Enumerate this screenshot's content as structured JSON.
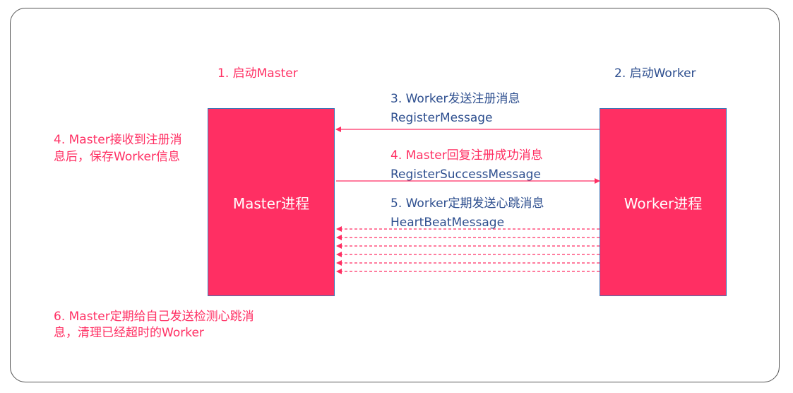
{
  "labels": {
    "start_master": "1. 启动Master",
    "start_worker": "2. 启动Worker",
    "register_title": "3. Worker发送注册消息",
    "register_msg": "RegisterMessage",
    "reply_title": "4. Master回复注册成功消息",
    "reply_msg": "RegisterSuccessMessage",
    "heartbeat_title": "5. Worker定期发送心跳消息",
    "heartbeat_msg": "HeartBeatMessage",
    "master_save_line1": "4. Master接收到注册消",
    "master_save_line2": "息后，保存Worker信息",
    "check_line1": "6. Master定期给自己发送检测心跳消",
    "check_line2": "息，清理已经超时的Worker"
  },
  "boxes": {
    "master": "Master进程",
    "worker": "Worker进程"
  },
  "colors": {
    "accent": "#ff2f63",
    "blue_text": "#2e4f8f",
    "box_border": "#3f74b5"
  },
  "heartbeat_arrow_count": 6
}
